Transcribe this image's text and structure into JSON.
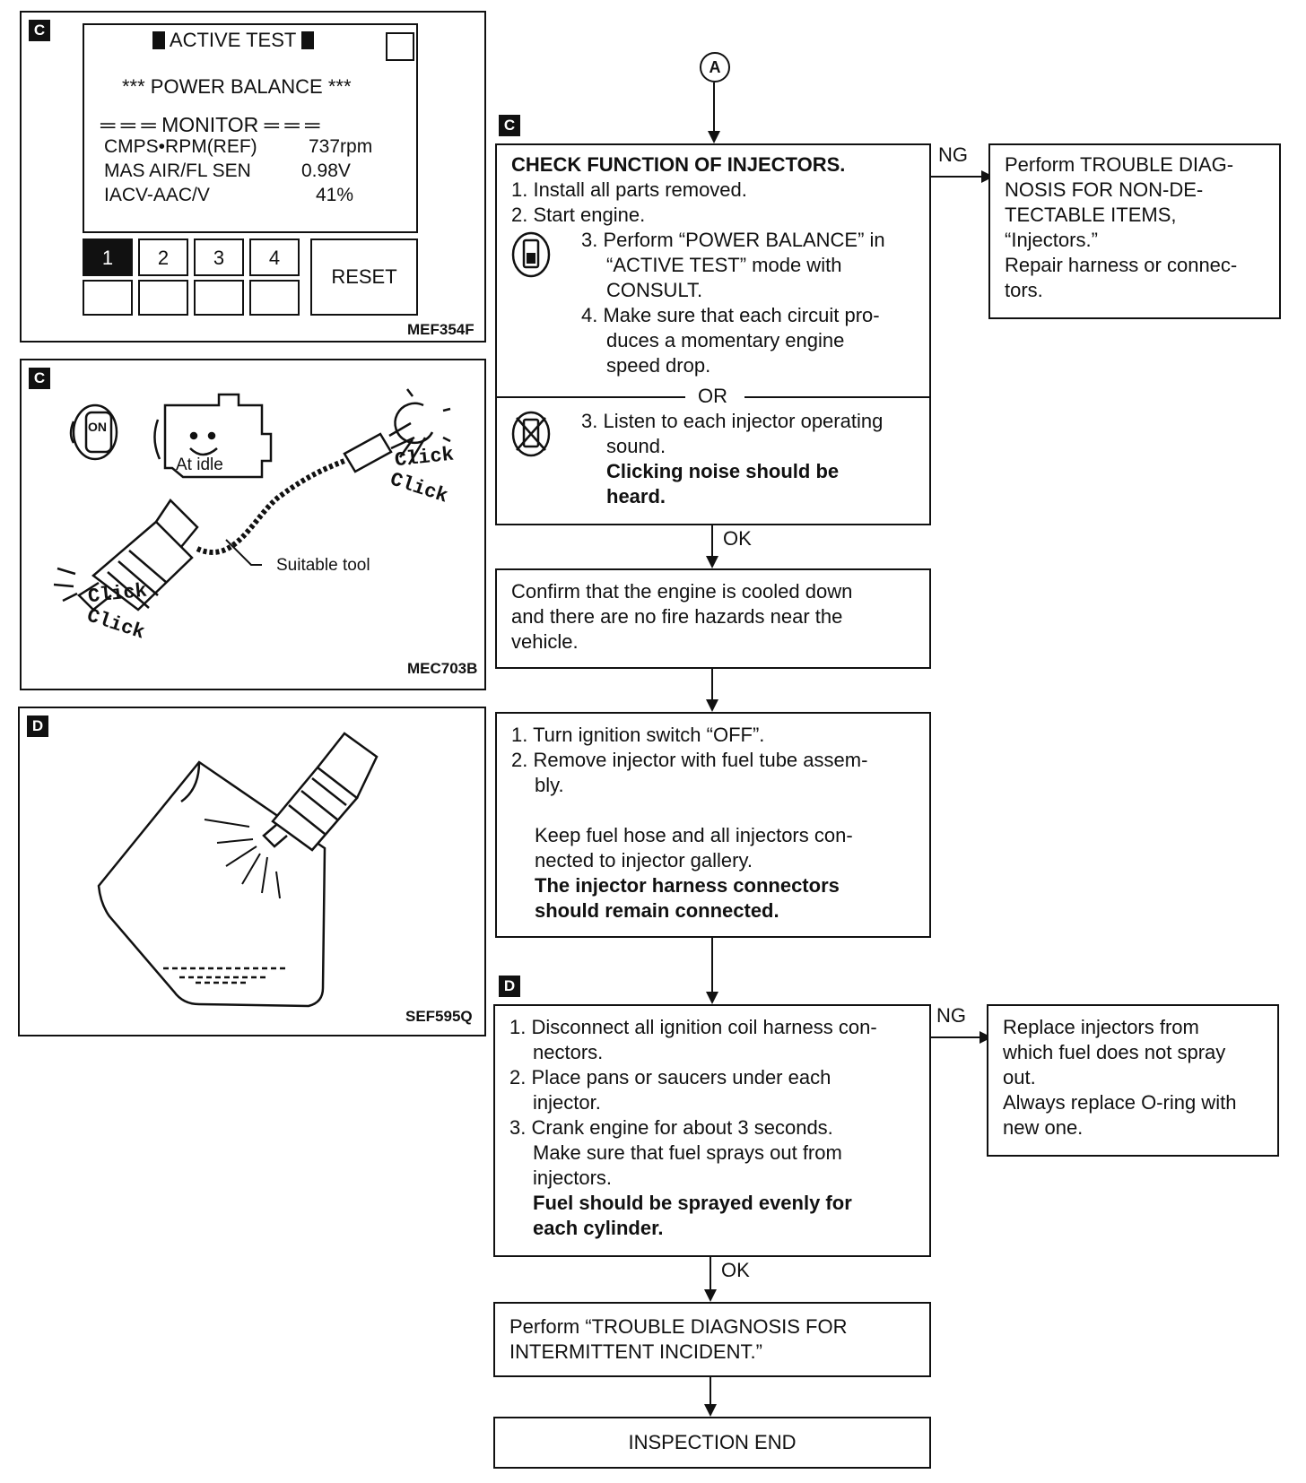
{
  "panel_c1": {
    "tag": "C",
    "screen_title": "ACTIVE TEST",
    "subtitle": "*** POWER BALANCE ***",
    "monitor_header": "MONITOR",
    "rows": [
      {
        "label": "CMPS•RPM(REF)",
        "value": "737rpm"
      },
      {
        "label": "MAS AIR/FL SEN",
        "value": "0.98V"
      },
      {
        "label": "IACV-AAC/V",
        "value": "41%"
      }
    ],
    "keys": [
      "1",
      "2",
      "3",
      "4"
    ],
    "reset": "RESET",
    "code": "MEF354F"
  },
  "panel_c2": {
    "tag": "C",
    "on_label": "ON",
    "at_idle": "At idle",
    "click": "Click",
    "suitable_tool": "Suitable tool",
    "code": "MEC703B"
  },
  "panel_d": {
    "tag": "D",
    "code": "SEF595Q"
  },
  "flow": {
    "connector": "A",
    "tag_c": "C",
    "tag_d": "D",
    "ng": "NG",
    "ok": "OK",
    "check_box": {
      "title": "CHECK FUNCTION OF INJECTORS.",
      "s1": "1. Install all parts removed.",
      "s2": "2. Start engine.",
      "s3a_1": "3. Perform “POWER BALANCE” in",
      "s3a_2": "“ACTIVE TEST” mode with",
      "s3a_3": "CONSULT.",
      "s4_1": "4. Make sure that each circuit pro-",
      "s4_2": "duces a momentary engine",
      "s4_3": "speed drop.",
      "or": "OR",
      "s3b_1": "3. Listen to each injector operating",
      "s3b_2": "sound.",
      "s3b_3": "Clicking noise should be",
      "s3b_4": "heard."
    },
    "ng_box_1": {
      "l1": "Perform TROUBLE DIAG-",
      "l2": "NOSIS FOR NON-DE-",
      "l3": "TECTABLE ITEMS,",
      "l4": "“Injectors.”",
      "l5": "Repair harness or connec-",
      "l6": "tors."
    },
    "confirm_box": {
      "l1": "Confirm that the engine is cooled down",
      "l2": "and there are no fire hazards near the",
      "l3": "vehicle."
    },
    "turn_box": {
      "l1": "1. Turn ignition switch “OFF”.",
      "l2": "2. Remove injector with fuel tube assem-",
      "l3": "bly.",
      "l4": "Keep fuel hose and all injectors con-",
      "l5": "nected to injector gallery.",
      "l6": "The injector harness connectors",
      "l7": "should remain connected."
    },
    "disconnect_box": {
      "l1": "1. Disconnect all ignition coil harness con-",
      "l2": "nectors.",
      "l3": "2. Place pans or saucers under each",
      "l4": "injector.",
      "l5": "3. Crank engine for about 3 seconds.",
      "l6": "Make sure that fuel sprays out from",
      "l7": "injectors.",
      "l8": "Fuel should be sprayed evenly for",
      "l9": "each cylinder."
    },
    "ng_box_2": {
      "l1": "Replace injectors from",
      "l2": "which fuel does not spray",
      "l3": "out.",
      "l4": "Always replace O-ring with",
      "l5": "new one."
    },
    "perform_box": {
      "l1": "Perform “TROUBLE DIAGNOSIS FOR",
      "l2": "INTERMITTENT INCIDENT.”"
    },
    "end_box": "INSPECTION END"
  }
}
